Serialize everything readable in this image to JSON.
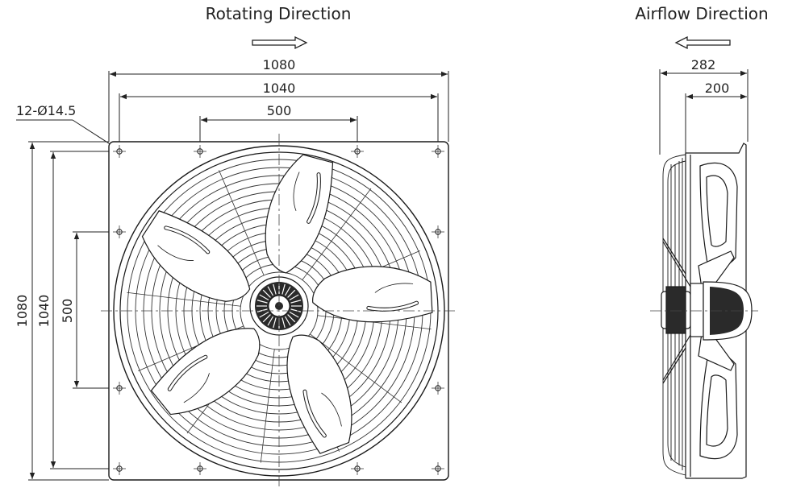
{
  "headings": {
    "rotating": "Rotating Direction",
    "airflow": "Airflow Direction"
  },
  "front_view": {
    "dims": {
      "overall_width": "1080",
      "hole_spacing_outer": "1040",
      "hole_spacing_inner": "500",
      "overall_height": "1080",
      "hole_spacing_outer_v": "1040",
      "hole_spacing_inner_v": "500"
    },
    "hole_callout": "12-Ø14.5",
    "blade_count": 5
  },
  "side_view": {
    "dims": {
      "overall_depth": "282",
      "guard_depth": "200"
    }
  },
  "colors": {
    "line": "#1a1a1a",
    "blade_fill": "#ffffff",
    "hub_fill": "#2a2a2a"
  }
}
